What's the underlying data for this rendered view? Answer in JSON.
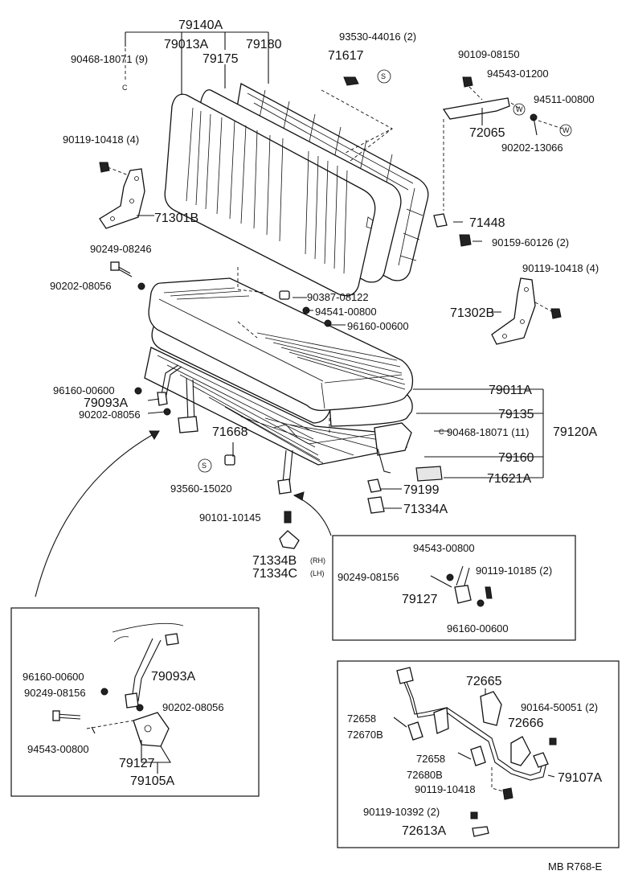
{
  "labels": {
    "p79140A": "79140A",
    "p79013A": "79013A",
    "p79175": "79175",
    "p79180": "79180",
    "p90468_18071_9": "90468-18071 (9)",
    "p93530": "93530-44016 (2)",
    "p71617": "71617",
    "p90109": "90109-08150",
    "p94543_01200": "94543-01200",
    "p94511": "94511-00800",
    "p72065": "72065",
    "p90202_13066": "90202-13066",
    "p90119_10418_4a": "90119-10418 (4)",
    "p71301B": "71301B",
    "p71448": "71448",
    "p90159": "90159-60126 (2)",
    "p90249_08246": "90249-08246",
    "p90202_08056a": "90202-08056",
    "p90387": "90387-08122",
    "p94541": "94541-00800",
    "p96160_a": "96160-00600",
    "p90119_10418_4b": "90119-10418 (4)",
    "p71302B": "71302B",
    "p96160_b": "96160-00600",
    "p79093A_a": "79093A",
    "p90202_08056b": "90202-08056",
    "p79011A": "79011A",
    "p79135": "79135",
    "p90468_18071_11": "90468-18071 (11)",
    "p79120A": "79120A",
    "p79160": "79160",
    "p71621A": "71621A",
    "p71668": "71668",
    "p93560": "93560-15020",
    "p79199": "79199",
    "p71334A": "71334A",
    "p90101": "90101-10145",
    "p71334B": "71334B",
    "p71334C": "71334C",
    "rh": "(RH)",
    "lh": "(LH)",
    "p94543_00800_a": "94543-00800",
    "p90249_08156_a": "90249-08156",
    "p90119_10185": "90119-10185 (2)",
    "p79127_a": "79127",
    "p96160_c": "96160-00600",
    "p96160_d": "96160-00600",
    "p79093A_b": "79093A",
    "p90249_08156_b": "90249-08156",
    "p90202_08056c": "90202-08056",
    "p94543_00800_b": "94543-00800",
    "p79127_b": "79127",
    "p79105A": "79105A",
    "p72665": "72665",
    "p90164": "90164-50051 (2)",
    "p72658_a": "72658",
    "p72670B": "72670B",
    "p72666": "72666",
    "p72658_b": "72658",
    "p72680B": "72680B",
    "p79107A": "79107A",
    "p90119_10418_c": "90119-10418",
    "p90119_10392": "90119-10392 (2)",
    "p72613A": "72613A",
    "ref_code": "MB R768-E",
    "s_mark": "S",
    "w_mark": "W",
    "c_mark": "C"
  }
}
